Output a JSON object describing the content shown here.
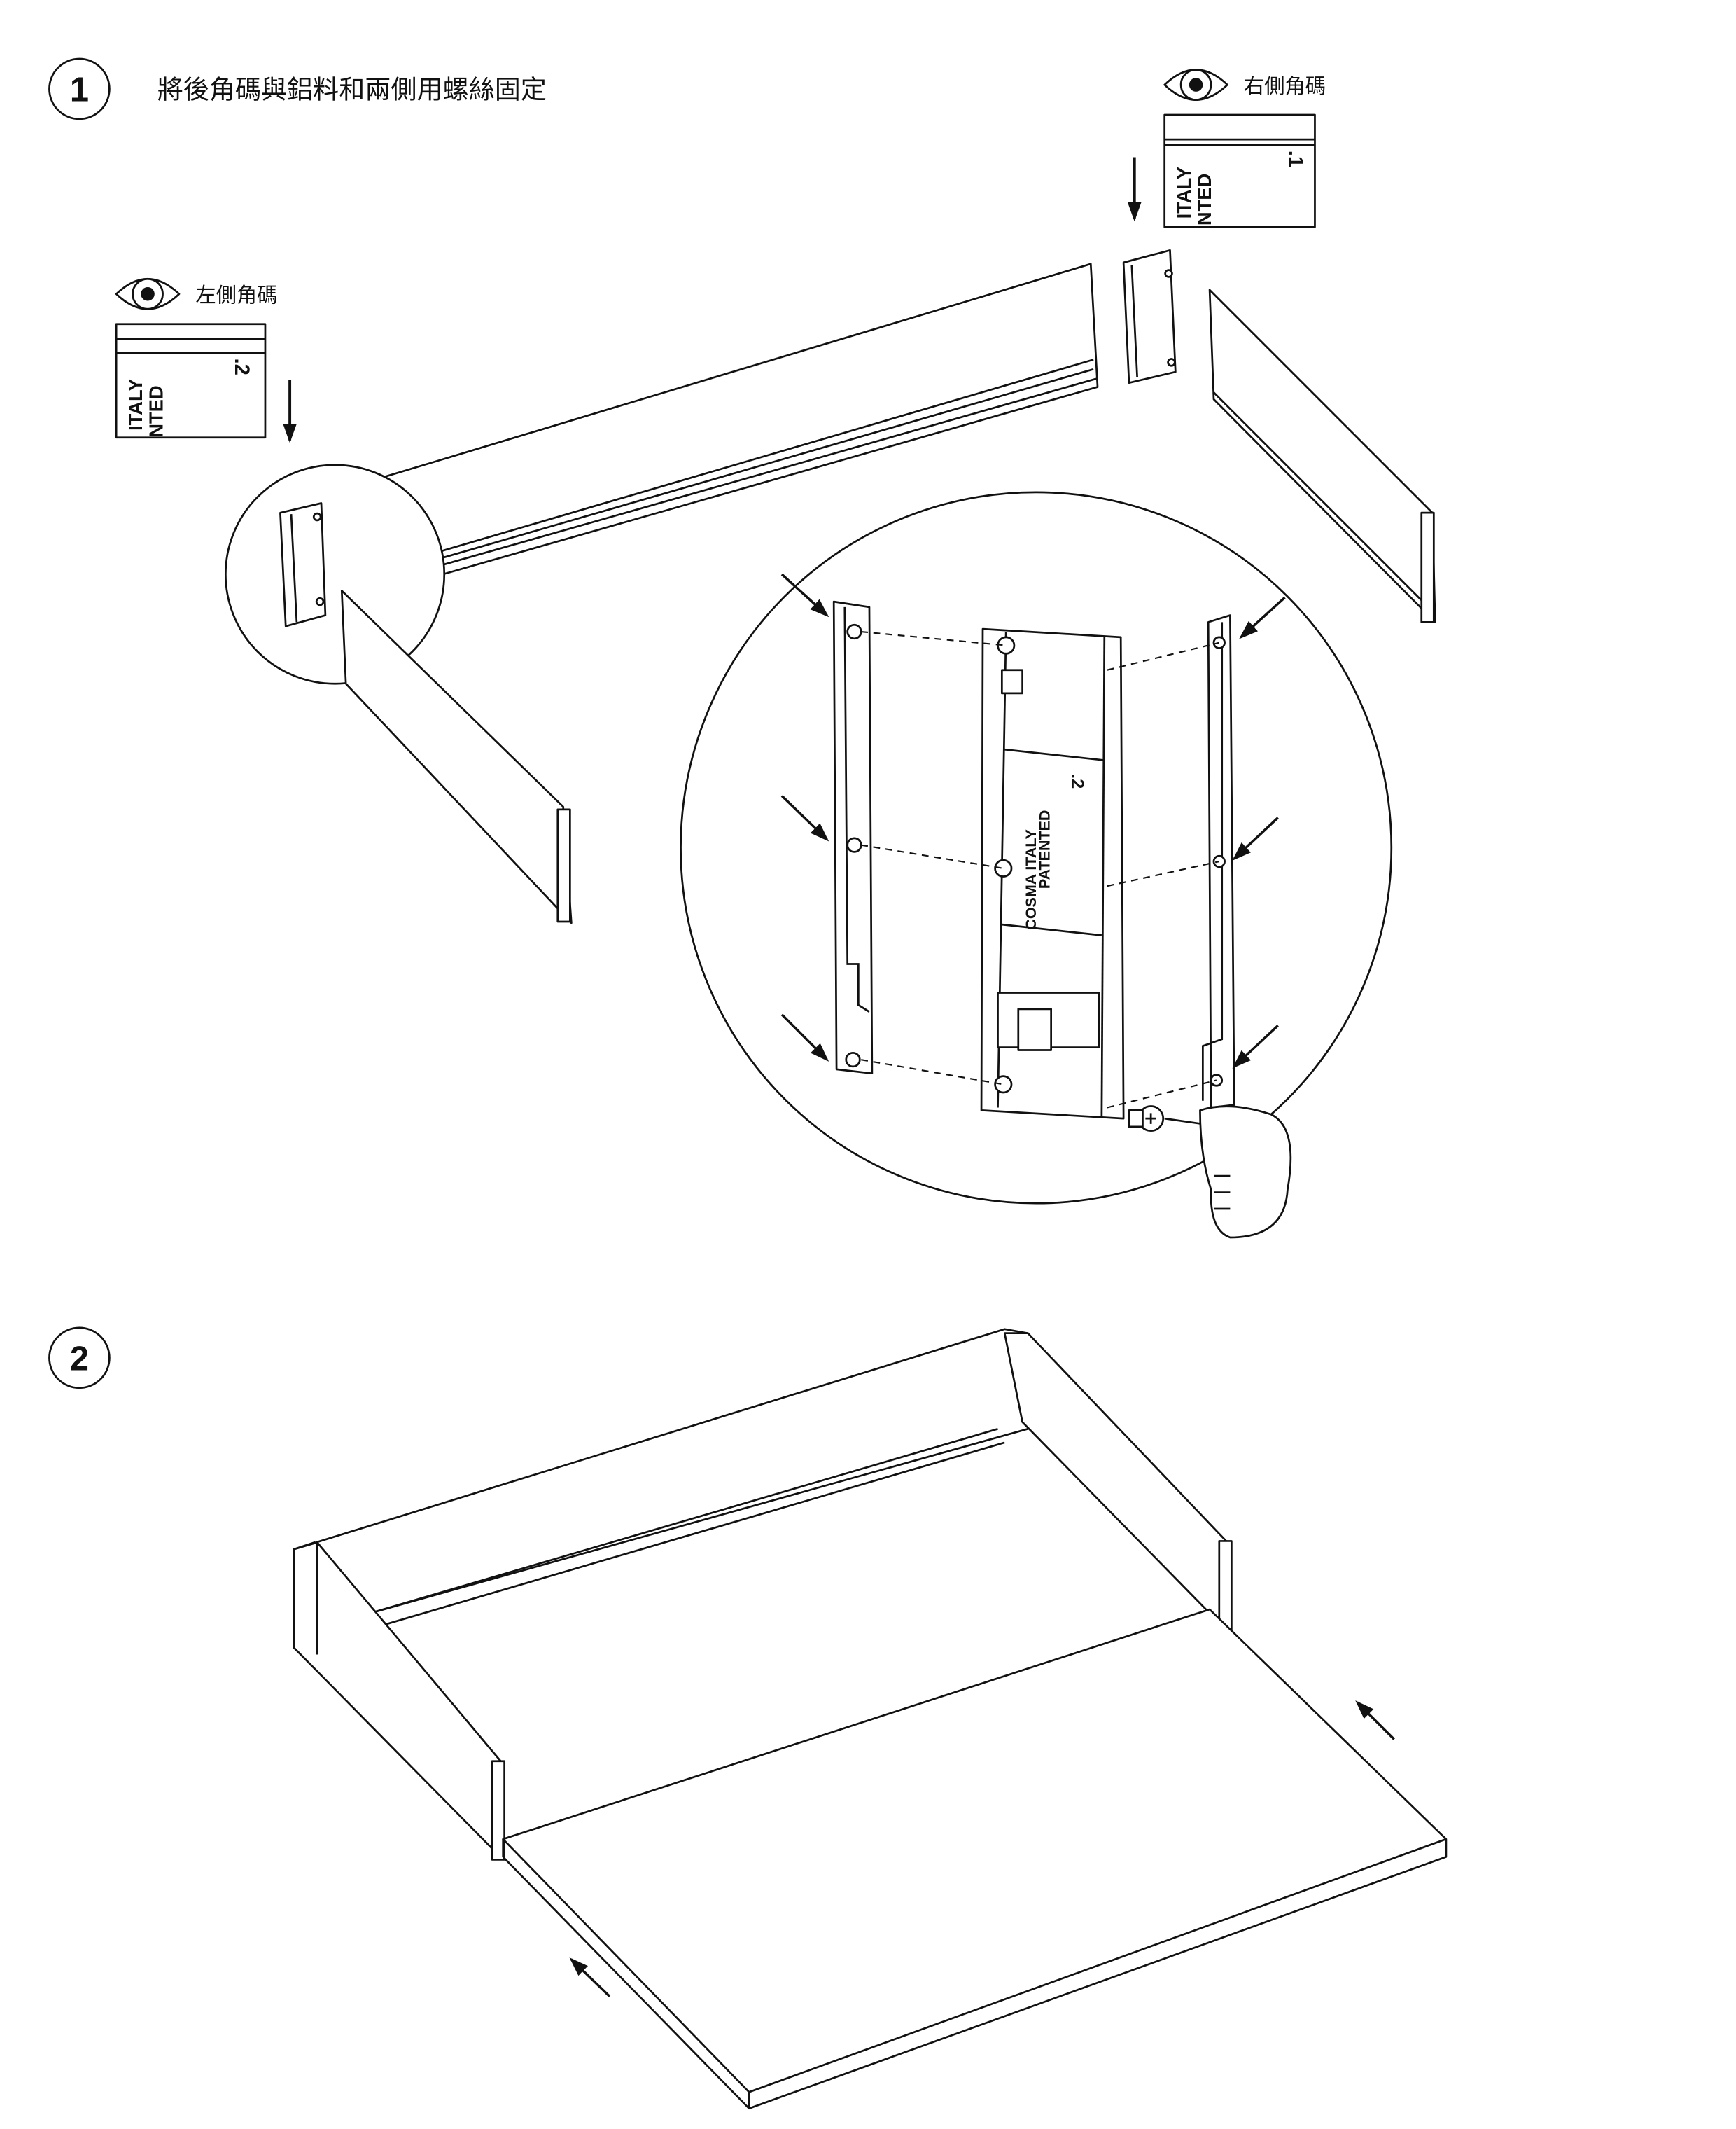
{
  "step1": {
    "number": "1",
    "instruction": "將後角碼與鋁料和兩側用螺絲固定",
    "right_label": "右側角碼",
    "left_label": "左側角碼",
    "right_tag": {
      "mark": ".1",
      "text_line1": "ITALY",
      "text_line2": "NTED"
    },
    "left_tag": {
      "mark": ".2",
      "text_line1": "ITALY",
      "text_line2": "NTED"
    },
    "detail": {
      "brand_line1": "COSMA ITALY",
      "brand_line2": "PATENTED",
      "mark": ".2"
    }
  },
  "step2": {
    "number": "2"
  }
}
